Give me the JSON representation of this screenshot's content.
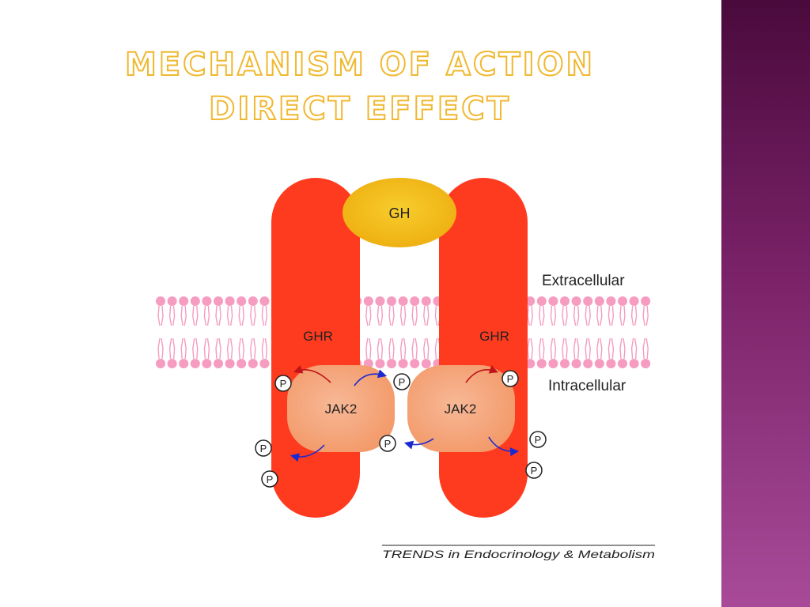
{
  "slide": {
    "title_line1": "Mechanism of Action",
    "title_line2": "Direct Effect"
  },
  "diagram": {
    "hormone_label": "GH",
    "receptor_left_label": "GHR",
    "receptor_right_label": "GHR",
    "kinase_left_label": "JAK2",
    "kinase_right_label": "JAK2",
    "extracellular_label": "Extracellular",
    "intracellular_label": "Intracellular",
    "phosphate_label": "P",
    "credit": "TRENDS in Endocrinology & Metabolism"
  },
  "colors": {
    "title_outline": "#f0b830",
    "sidebar": "#7a2268",
    "receptor": "#ff3b1f",
    "hormone": "#f5c21b",
    "kinase": "#f6ab7e",
    "membrane": "#f59cc0",
    "arrow_red": "#c0141a",
    "arrow_blue": "#1a2ad0"
  }
}
